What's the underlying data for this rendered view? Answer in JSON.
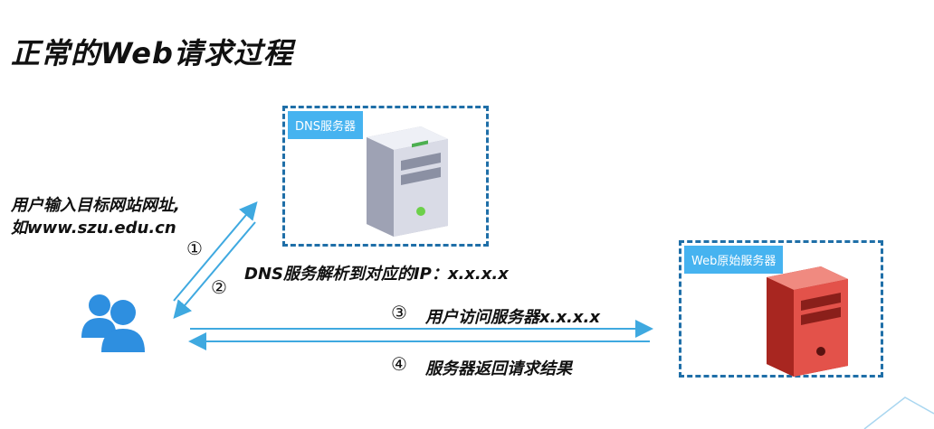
{
  "title": "正常的Web请求过程",
  "dns_box": {
    "label": "DNS服务器"
  },
  "web_box": {
    "label": "Web原始服务器"
  },
  "user_text": {
    "line1": "用户输入目标网站网址,",
    "line2": "如www.szu.edu.cn"
  },
  "steps": [
    {
      "marker": "①"
    },
    {
      "marker": "②"
    },
    {
      "marker": "③",
      "text": "用户访问服务器x.x.x.x"
    },
    {
      "marker": "④",
      "text": "服务器返回请求结果"
    }
  ],
  "dns_result": "DNS服务解析到对应的IP：x.x.x.x",
  "colors": {
    "arrow": "#3fa9e0",
    "box_border": "#1f6fa8",
    "label_bg": "#46b3f0",
    "users": "#2e8fe0",
    "dns_server": "#d9dbe6",
    "web_server": "#e3524a"
  },
  "icons": {
    "users": "users-icon",
    "dns_server": "server-icon",
    "web_server": "server-icon"
  }
}
